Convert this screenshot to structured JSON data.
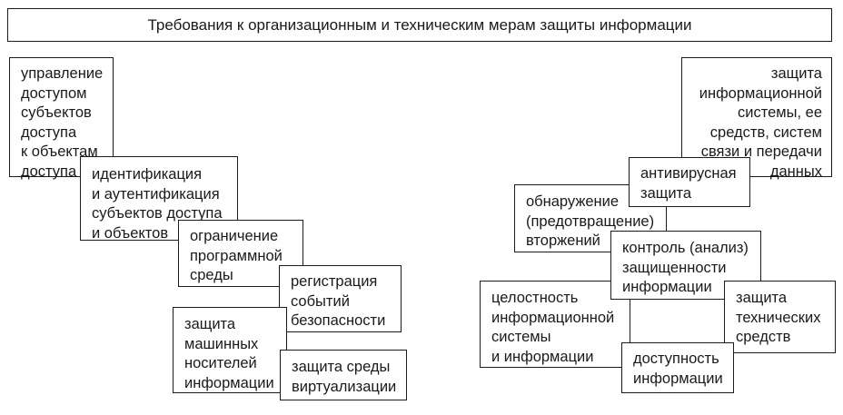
{
  "title": "Требования к организационным и техническим мерам защиты информации",
  "left_boxes": {
    "access_control": "управление\nдоступом\nсубъектов\nдоступа\nк объектам\nдоступа",
    "identification": "идентификация\nи аутентификация\nсубъектов доступа\nи объектов",
    "software_env": "ограничение\nпрограммной\nсреды",
    "event_registration": "регистрация\nсобытий\nбезопасности",
    "media_protection": "защита\nмашинных\nносителей\nинформации",
    "virtualization": "защита среды\nвиртуализации"
  },
  "right_boxes": {
    "is_protection": "защита\nинформационной\nсистемы, ее\nсредств, систем\nсвязи и передачи\nданных",
    "antivirus": "антивирусная\nзащита",
    "intrusion": "обнаружение\n(предотвращение)\nвторжений",
    "security_control": "контроль (анализ)\nзащищенности\nинформации",
    "integrity": "целостность\nинформационной\nсистемы\nи информации",
    "technical_means": "защита\nтехнических\nсредств",
    "availability": "доступность\nинформации"
  }
}
